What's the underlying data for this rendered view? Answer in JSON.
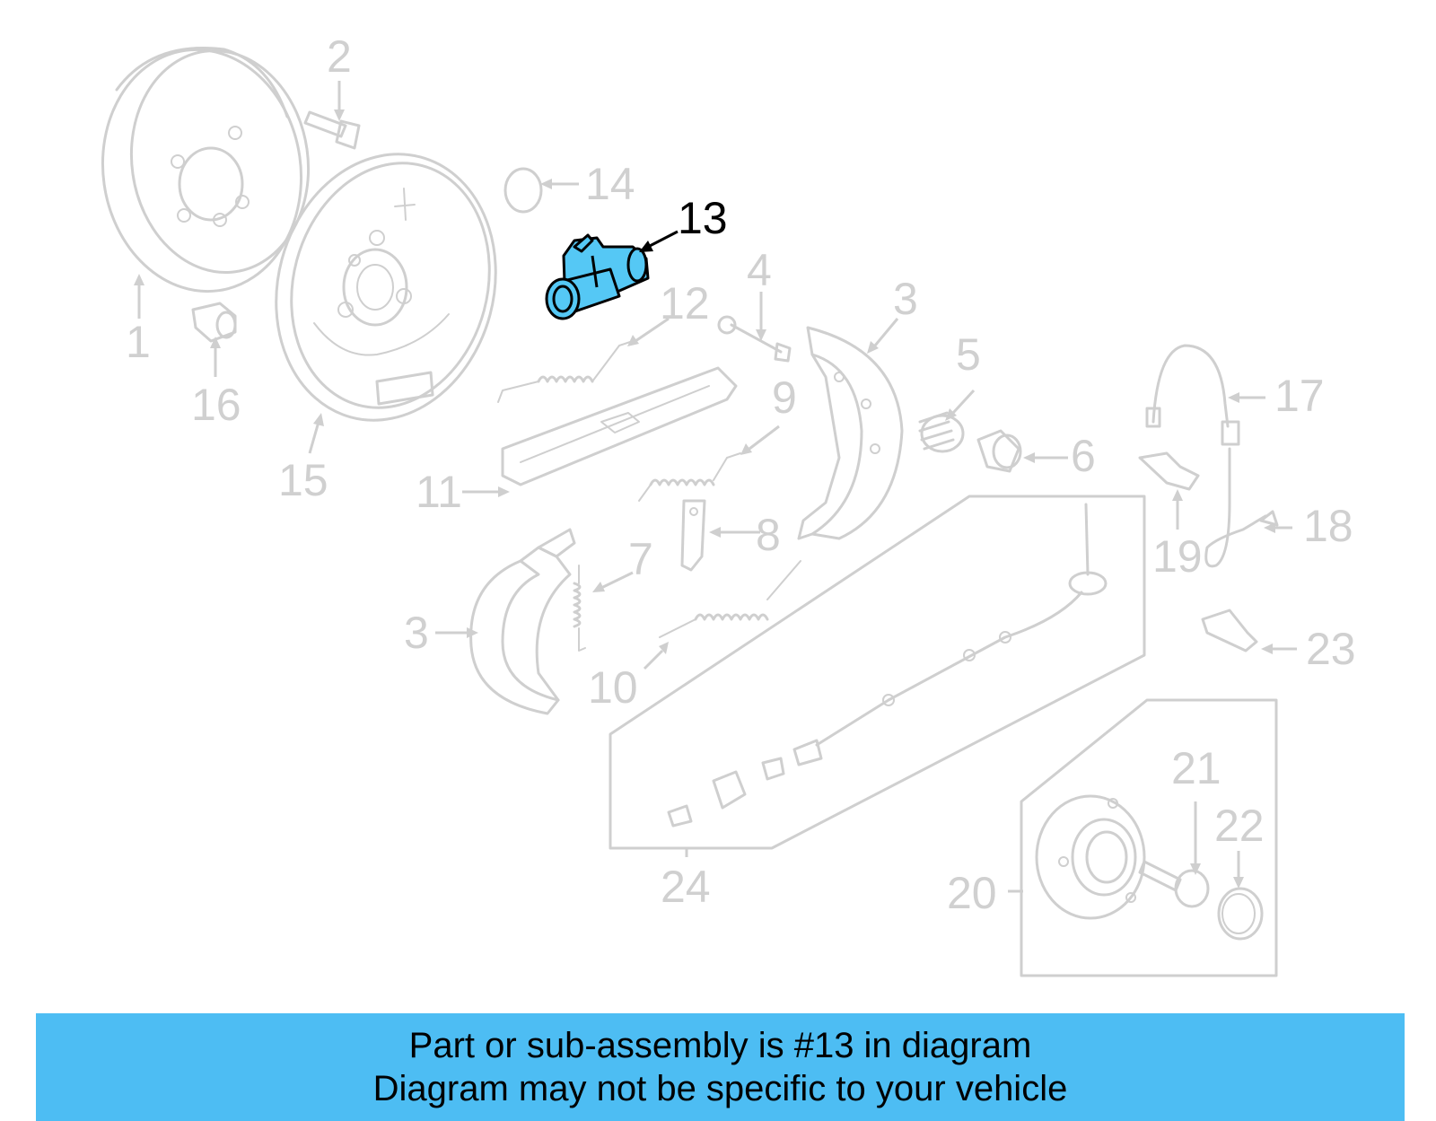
{
  "diagram": {
    "highlighted_part": "13",
    "callouts": [
      "1",
      "2",
      "3",
      "3",
      "4",
      "5",
      "6",
      "7",
      "8",
      "9",
      "10",
      "11",
      "12",
      "13",
      "14",
      "15",
      "16",
      "17",
      "18",
      "19",
      "20",
      "21",
      "22",
      "23",
      "24"
    ]
  },
  "banner": {
    "line1": "Part or sub-assembly is #13 in diagram",
    "line2": "Diagram may not be specific to your vehicle"
  },
  "colors": {
    "highlight": "#55c8f5",
    "banner": "#4dbdf3",
    "ghost": "#cfcfcf"
  }
}
